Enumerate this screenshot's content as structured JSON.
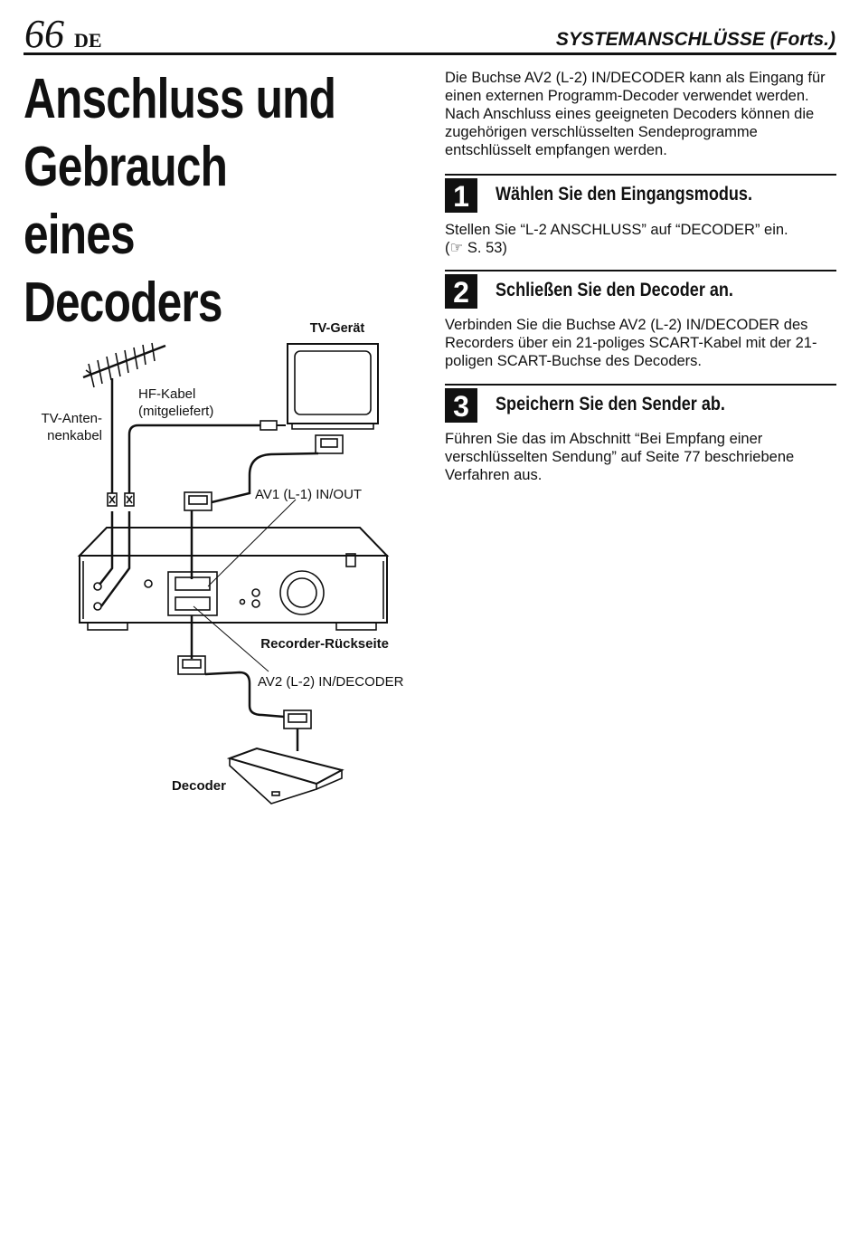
{
  "header": {
    "page_number": "66",
    "language": "DE",
    "section": "SYSTEMANSCHLÜSSE (Forts.)"
  },
  "title": {
    "line1": "Anschluss und",
    "line2": "Gebrauch eines",
    "line3": "Decoders"
  },
  "intro": {
    "text": "Die Buchse AV2 (L-2) IN/DECODER kann als Eingang für einen externen Programm-Decoder verwendet werden. Nach Anschluss eines geeigneten Decoders können die zugehörigen verschlüsselten Sendeprogramme entschlüsselt empfangen werden."
  },
  "steps": [
    {
      "number": "1",
      "heading": "Wählen Sie den Eingangsmodus.",
      "text": "Stellen Sie “L-2 ANSCHLUSS” auf “DECODER” ein.",
      "ref_icon": "pointing-hand-icon",
      "ref": "S. 53"
    },
    {
      "number": "2",
      "heading": "Schließen Sie den Decoder an.",
      "text": "Verbinden Sie die Buchse AV2 (L-2) IN/DECODER des Recorders über ein 21-poliges SCART-Kabel mit der 21-poligen SCART-Buchse des Decoders."
    },
    {
      "number": "3",
      "heading": "Speichern Sie den Sender ab.",
      "text": "Führen Sie das im Abschnitt “Bei Empfang einer verschlüsselten Sendung” auf Seite 77 beschriebene Verfahren aus."
    }
  ],
  "diagram": {
    "tv_label": "TV-Gerät",
    "hf_cable_label_1": "HF-Kabel",
    "hf_cable_label_2": "(mitgeliefert)",
    "antenna_cable_label_1": "TV-Anten-",
    "antenna_cable_label_2": "nenkabel",
    "av1_label": "AV1 (L-1) IN/OUT",
    "recorder_label": "Recorder-Rückseite",
    "av2_label": "AV2 (L-2) IN/DECODER",
    "decoder_label": "Decoder"
  }
}
